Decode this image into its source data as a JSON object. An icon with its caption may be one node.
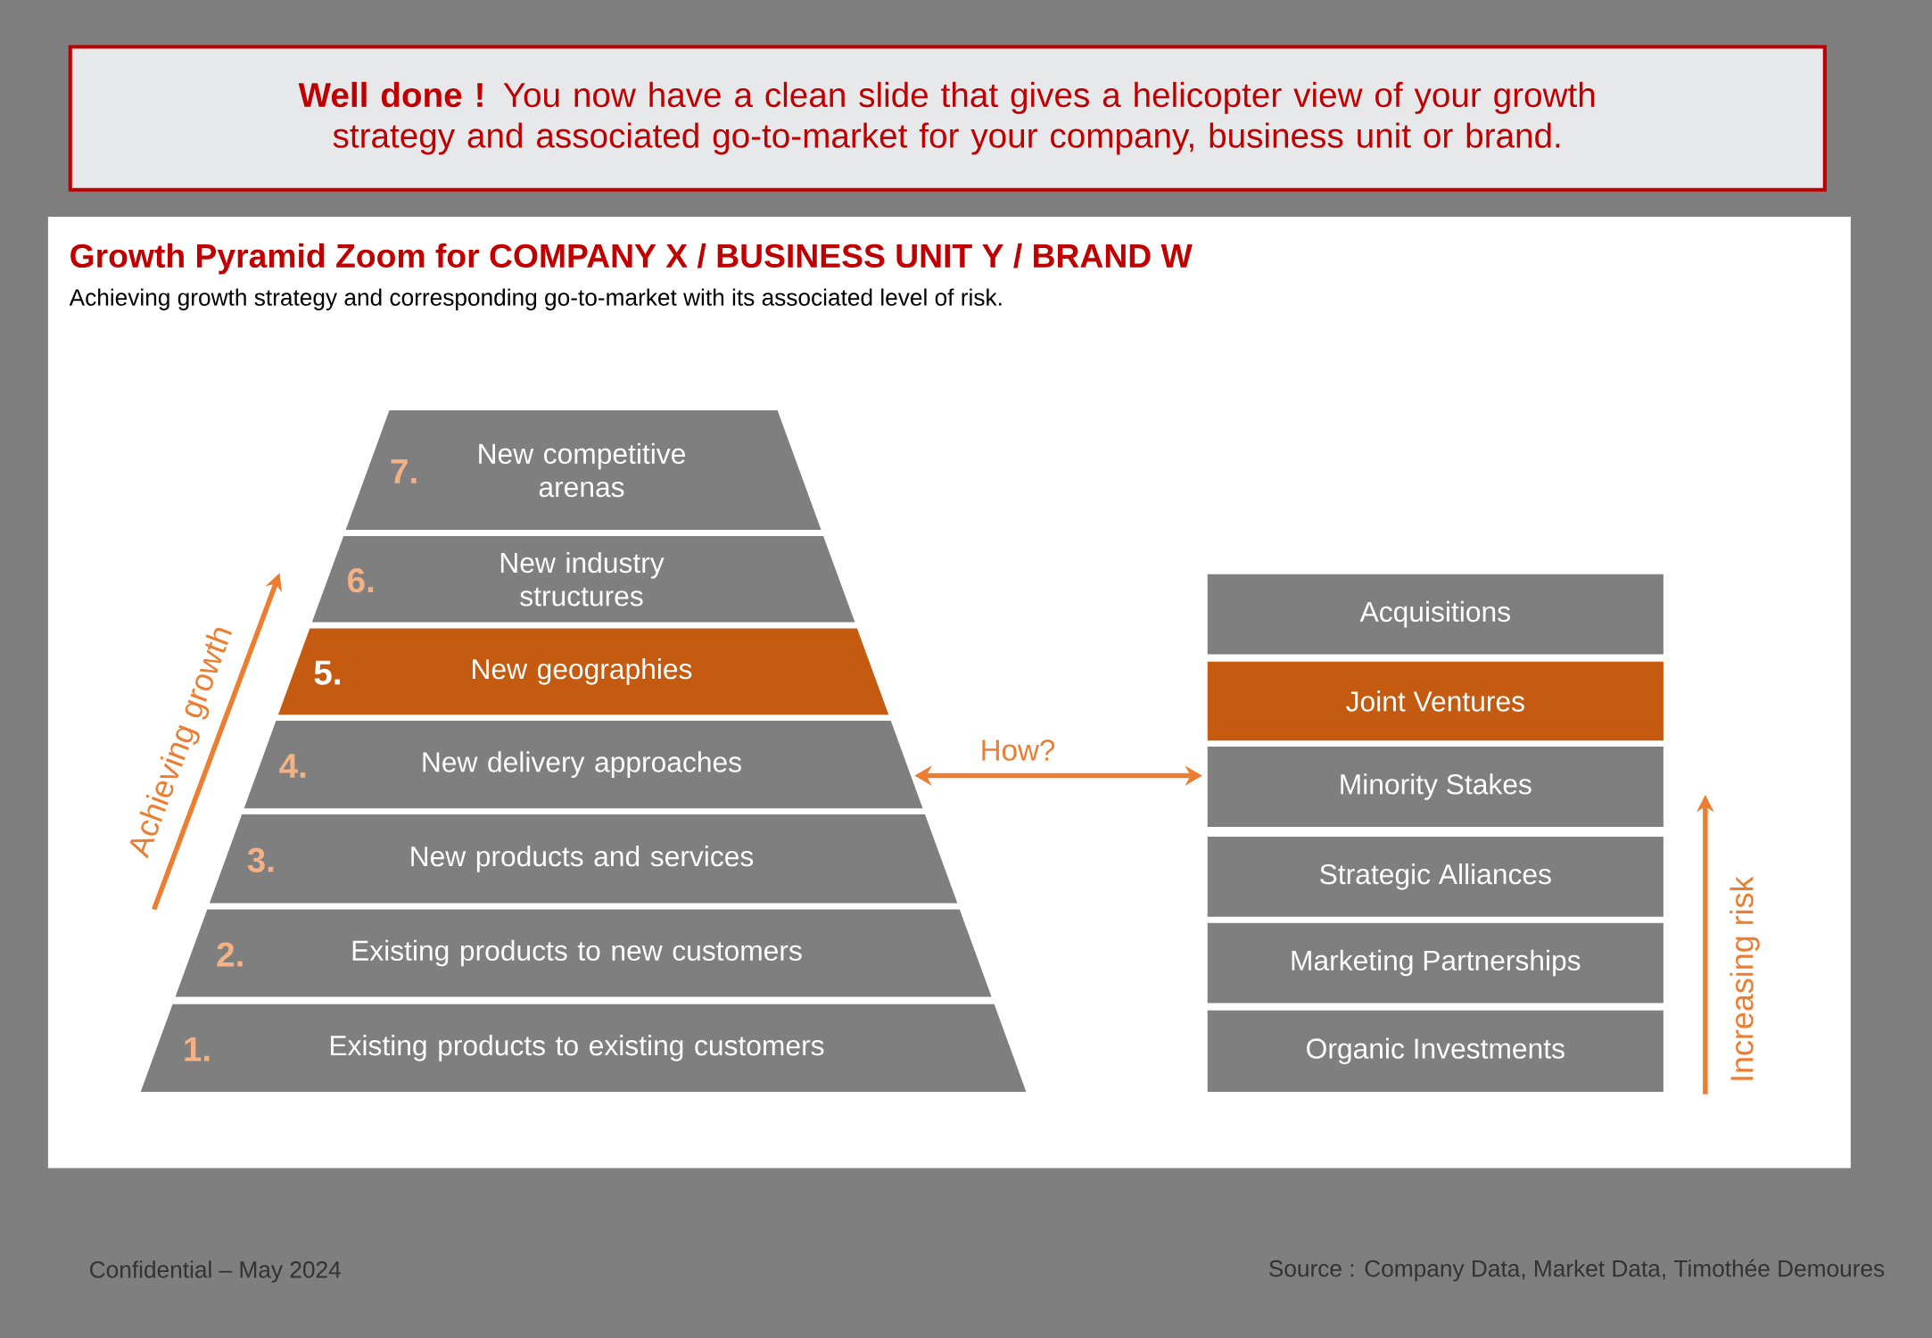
{
  "diagram": {
    "title": "Growth Pyramid Zoom for COMPANY X / BUSINESS UNIT Y / BRAND W",
    "nodes": [
      {
        "text": [
          "**Well done !** You now have a clean slide that gives a helicopter view of your growth strategy and associated go-to-market for your company, business unit or brand."
        ]
      },
      {
        "text": [
          "7.",
          "New competitive arenas"
        ]
      },
      {
        "text": [
          "6.",
          "New industry structures"
        ]
      },
      {
        "text": [
          "5.",
          "New geographies"
        ]
      },
      {
        "text": [
          "4.",
          "New delivery approaches"
        ]
      },
      {
        "text": [
          "3.",
          "New products and services"
        ]
      },
      {
        "text": [
          "2.",
          "Existing products to new customers"
        ]
      },
      {
        "text": [
          "1.",
          "Existing products to existing customers"
        ]
      },
      {
        "text": [
          "Acquisitions"
        ]
      },
      {
        "text": [
          "Joint Ventures"
        ]
      },
      {
        "text": [
          "Minority Stakes"
        ]
      },
      {
        "text": [
          "Strategic Alliances"
        ]
      },
      {
        "text": [
          "Marketing Partnerships"
        ]
      },
      {
        "text": [
          "Organic Investments"
        ]
      }
    ],
    "edges": [
      {
        "from": 4,
        "to": 10,
        "arrow": "both",
        "label": "How?"
      }
    ],
    "labels": [
      "Achieving growth strategy and corresponding go-to-market with its associated level of risk.",
      "Achieving growth",
      "Increasing risk",
      "Confidential – May 2024",
      "Source : Company Data, Market Data, Timothée Demoures"
    ]
  }
}
